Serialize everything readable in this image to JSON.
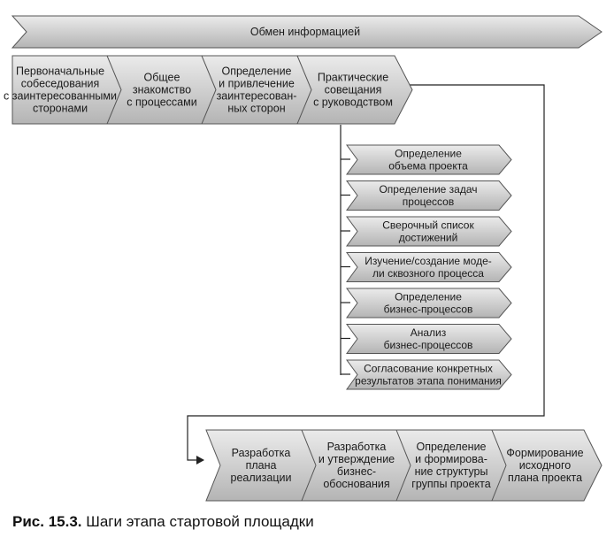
{
  "banner": {
    "label": "Обмен информацией"
  },
  "top_row": [
    {
      "lines": [
        "Первоначальные",
        "собеседования",
        "с заинтересованными",
        "сторонами"
      ]
    },
    {
      "lines": [
        "Общее",
        "знакомство",
        "с процессами"
      ]
    },
    {
      "lines": [
        "Определение",
        "и привлечение",
        "заинтересован-",
        "ных сторон"
      ]
    },
    {
      "lines": [
        "Практические",
        "совещания",
        "с руководством"
      ]
    }
  ],
  "sub_steps": [
    {
      "lines": [
        "Определение",
        "объема проекта"
      ]
    },
    {
      "lines": [
        "Определение задач",
        "процессов"
      ]
    },
    {
      "lines": [
        "Сверочный список",
        "достижений"
      ]
    },
    {
      "lines": [
        "Изучение/создание моде-",
        "ли сквозного процесса"
      ]
    },
    {
      "lines": [
        "Определение",
        "бизнес-процессов"
      ]
    },
    {
      "lines": [
        "Анализ",
        "бизнес-процессов"
      ]
    },
    {
      "lines": [
        "Согласование конкретных",
        "результатов этапа понимания"
      ]
    }
  ],
  "bottom_row": [
    {
      "lines": [
        "Разработка",
        "плана",
        "реализации"
      ]
    },
    {
      "lines": [
        "Разработка",
        "и утверждение",
        "бизнес-",
        "обоснования"
      ]
    },
    {
      "lines": [
        "Определение",
        "и формирова-",
        "ние структуры",
        "группы проекта"
      ]
    },
    {
      "lines": [
        "Формирование",
        "исходного",
        "плана проекта"
      ]
    }
  ],
  "caption": {
    "figure": "Рис. 15.3.",
    "text": "Шаги этапа стартовой площадки"
  },
  "colors": {
    "fill_top": "#ebebeb",
    "fill_bottom": "#b4b4b4",
    "stroke": "#555555",
    "line": "#222222"
  }
}
